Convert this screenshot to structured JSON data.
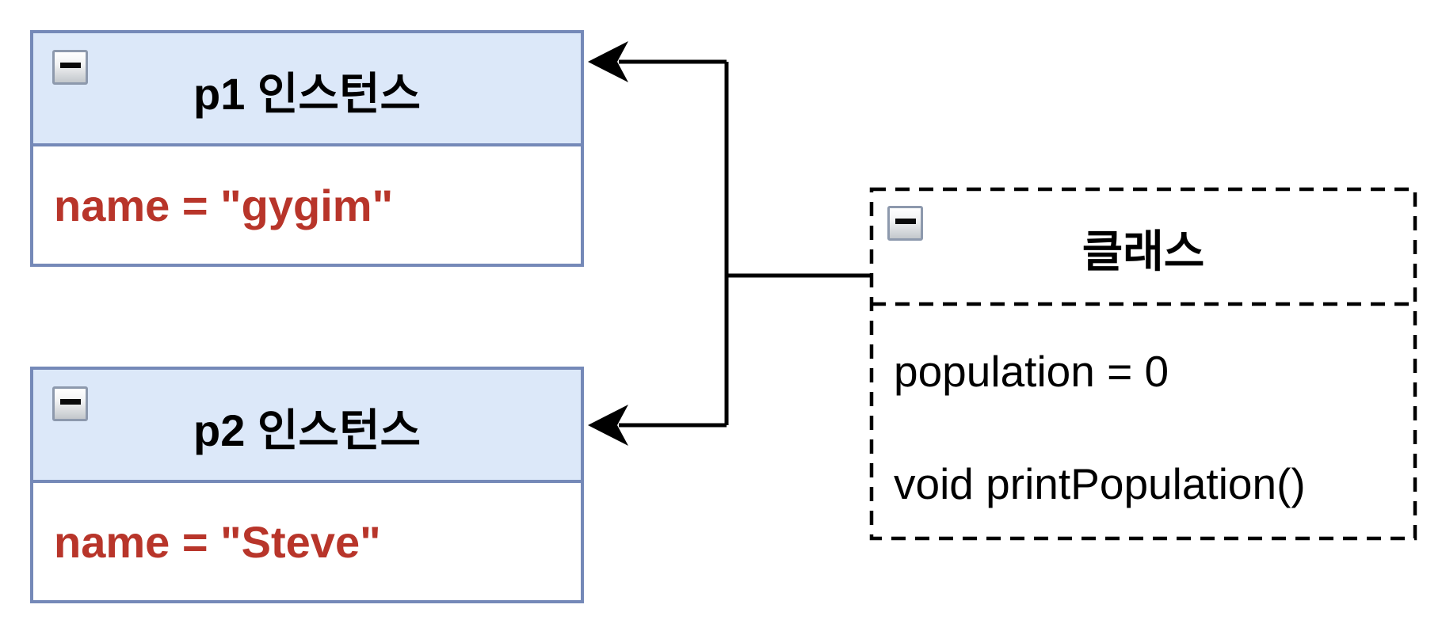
{
  "diagram": {
    "p1": {
      "title": "p1 인스턴스",
      "attribute": "name = \"gygim\""
    },
    "p2": {
      "title": "p2 인스턴스",
      "attribute": "name = \"Steve\""
    },
    "class_box": {
      "title": "클래스",
      "field": "population = 0",
      "method": "void printPopulation()"
    },
    "icons": {
      "collapse": "minus-icon"
    },
    "colors": {
      "background": "#ffffff",
      "header_fill": "#dce8f9",
      "box_border": "#7589b8",
      "attribute_text": "#b8352a",
      "connector": "#000000",
      "collapse_border": "#8d99ad"
    }
  }
}
